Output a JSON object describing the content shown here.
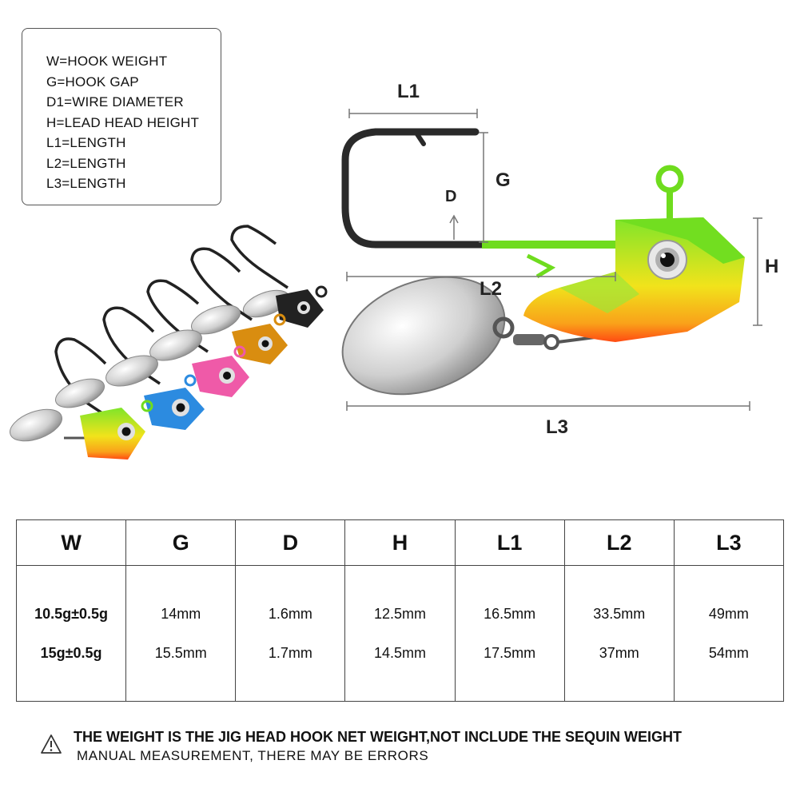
{
  "legend": {
    "lines": [
      "W=HOOK WEIGHT",
      "G=HOOK GAP",
      "D1=WIRE DIAMETER",
      "H=LEAD HEAD HEIGHT",
      "L1=LENGTH",
      "L2=LENGTH",
      "L3=LENGTH"
    ]
  },
  "dimensions": {
    "l1": "L1",
    "g": "G",
    "d": "D",
    "h": "H",
    "l2": "L2",
    "l3": "L3"
  },
  "colors": {
    "green": "#6fdc1e",
    "yellow": "#f2e41a",
    "orange": "#ff5a14",
    "blue": "#2c8be0",
    "pink": "#ef5aa8",
    "gold": "#d98d10",
    "black": "#222222",
    "silver": "#d8d8d8"
  },
  "table": {
    "headers": [
      "W",
      "G",
      "D",
      "H",
      "L1",
      "L2",
      "L3"
    ],
    "rows": [
      [
        "10.5g±0.5g",
        "14mm",
        "1.6mm",
        "12.5mm",
        "16.5mm",
        "33.5mm",
        "49mm"
      ],
      [
        "15g±0.5g",
        "15.5mm",
        "1.7mm",
        "14.5mm",
        "17.5mm",
        "37mm",
        "54mm"
      ]
    ]
  },
  "notes": {
    "line1": "THE WEIGHT IS THE JIG HEAD HOOK NET WEIGHT,NOT INCLUDE THE SEQUIN WEIGHT",
    "line2": "MANUAL MEASUREMENT, THERE MAY BE ERRORS"
  }
}
